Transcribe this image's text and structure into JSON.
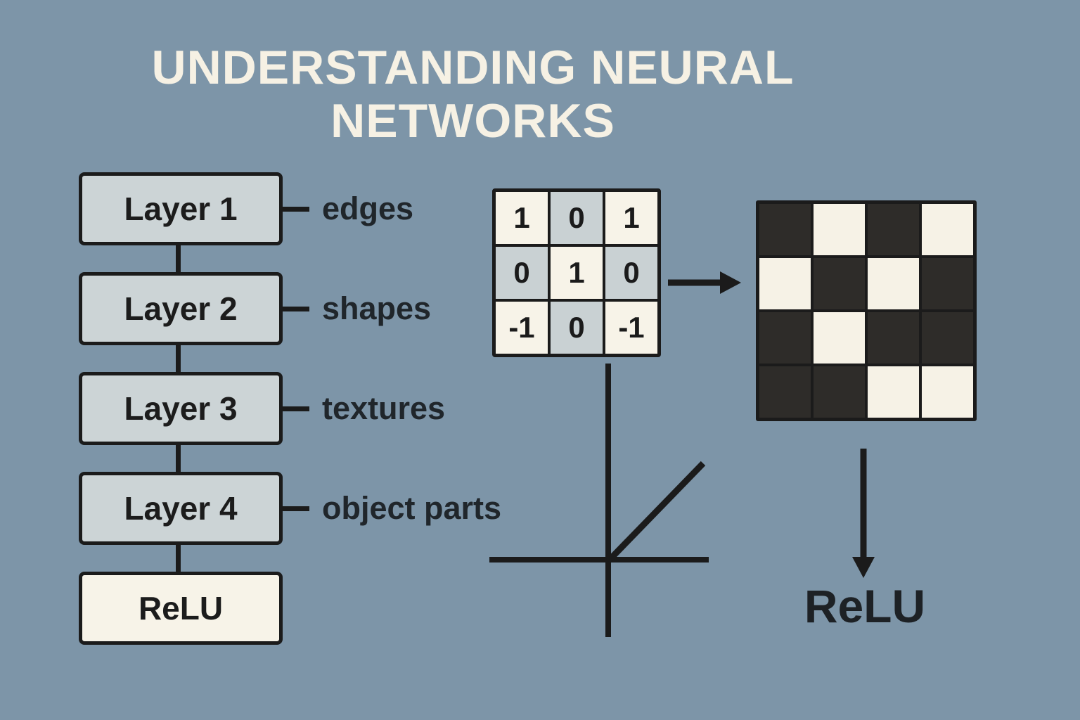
{
  "title": {
    "line1": "UNDERSTANDING NEURAL",
    "line2": "NETWORKS"
  },
  "layers": [
    {
      "label": "Layer 1",
      "feature": "edges"
    },
    {
      "label": "Layer 2",
      "feature": "shapes"
    },
    {
      "label": "Layer 3",
      "feature": "textures"
    },
    {
      "label": "Layer 4",
      "feature": "object parts"
    }
  ],
  "relu_box_label": "ReLU",
  "relu_big_label": "ReLU",
  "kernel": {
    "rows": [
      [
        "1",
        "0",
        "1"
      ],
      [
        "0",
        "1",
        "0"
      ],
      [
        "-1",
        "0",
        "-1"
      ]
    ],
    "shades": [
      [
        "cream",
        "gray",
        "cream"
      ],
      [
        "gray",
        "cream",
        "gray"
      ],
      [
        "cream",
        "gray",
        "cream"
      ]
    ]
  },
  "feature_map": {
    "pattern": [
      [
        "dark",
        "light",
        "dark",
        "light"
      ],
      [
        "light",
        "dark",
        "light",
        "dark"
      ],
      [
        "dark",
        "light",
        "dark",
        "dark"
      ],
      [
        "dark",
        "dark",
        "light",
        "light"
      ]
    ]
  },
  "colors": {
    "background": "#7d95a8",
    "title_text": "#f6f1e4",
    "layer_box_fill": "#ccd4d6",
    "relu_box_fill": "#f7f3e8",
    "kernel_cream": "#f7f3e8",
    "kernel_gray": "#c9d1d3",
    "map_dark": "#2e2c29",
    "map_light": "#f6f2e6",
    "ink": "#1b1b1b"
  }
}
